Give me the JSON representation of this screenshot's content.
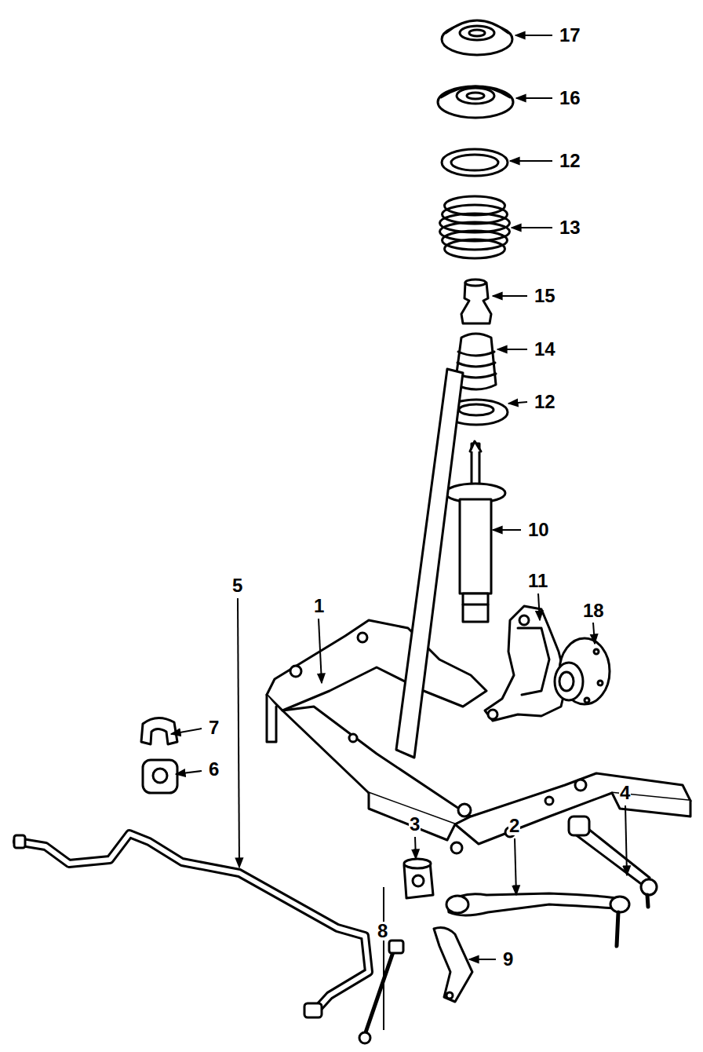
{
  "diagram": {
    "labels": [
      "17",
      "16",
      "12",
      "13",
      "15",
      "14",
      "12",
      "10",
      "11",
      "18",
      "1",
      "7",
      "6",
      "5",
      "3",
      "4",
      "2",
      "8",
      "9"
    ]
  }
}
